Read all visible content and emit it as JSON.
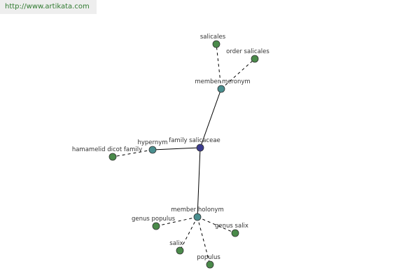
{
  "header": {
    "url": "http://www.artikata.com"
  },
  "colors": {
    "center_node": "#3b3b8f",
    "relation_node": "#4a8f8f",
    "leaf_node": "#4a8a4a",
    "node_stroke": "#333333",
    "edge": "#000000"
  },
  "graph": {
    "nodes": [
      {
        "id": "family-salicaceae",
        "label": "family salicaceae",
        "kind": "center"
      },
      {
        "id": "member-meronym",
        "label": "member meronym",
        "kind": "relation"
      },
      {
        "id": "hypernym",
        "label": "hypernym",
        "kind": "relation"
      },
      {
        "id": "member-holonym",
        "label": "member holonym",
        "kind": "relation"
      },
      {
        "id": "salicales",
        "label": "salicales",
        "kind": "leaf"
      },
      {
        "id": "order-salicales",
        "label": "order salicales",
        "kind": "leaf"
      },
      {
        "id": "hamamelid-dicot-family",
        "label": "hamamelid dicot family",
        "kind": "leaf"
      },
      {
        "id": "genus-populus",
        "label": "genus populus",
        "kind": "leaf"
      },
      {
        "id": "genus-salix",
        "label": "genus salix",
        "kind": "leaf"
      },
      {
        "id": "salix",
        "label": "salix",
        "kind": "leaf"
      },
      {
        "id": "populus",
        "label": "populus",
        "kind": "leaf"
      }
    ],
    "edges": [
      {
        "from": "family-salicaceae",
        "to": "member-meronym",
        "style": "solid"
      },
      {
        "from": "family-salicaceae",
        "to": "hypernym",
        "style": "solid"
      },
      {
        "from": "family-salicaceae",
        "to": "member-holonym",
        "style": "solid"
      },
      {
        "from": "member-meronym",
        "to": "salicales",
        "style": "dashed"
      },
      {
        "from": "member-meronym",
        "to": "order-salicales",
        "style": "dashed"
      },
      {
        "from": "hypernym",
        "to": "hamamelid-dicot-family",
        "style": "dashed"
      },
      {
        "from": "member-holonym",
        "to": "genus-populus",
        "style": "dashed"
      },
      {
        "from": "member-holonym",
        "to": "genus-salix",
        "style": "dashed"
      },
      {
        "from": "member-holonym",
        "to": "salix",
        "style": "dashed"
      },
      {
        "from": "member-holonym",
        "to": "populus",
        "style": "dashed"
      }
    ]
  }
}
